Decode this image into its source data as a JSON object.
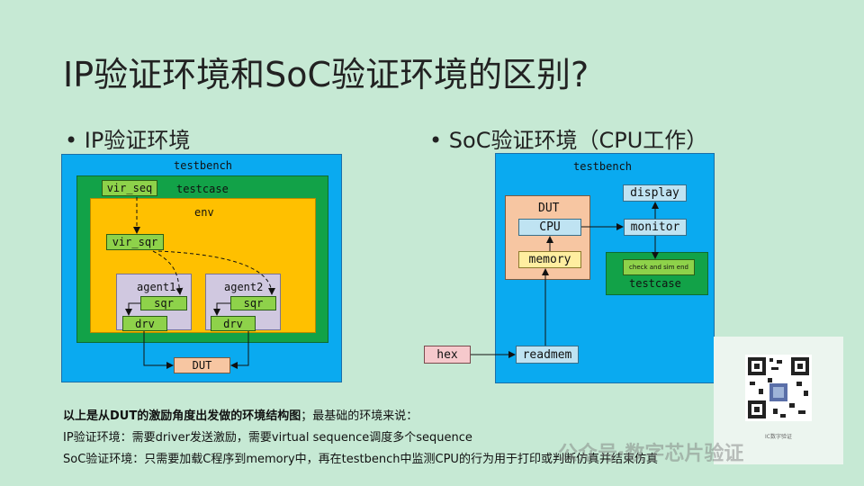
{
  "title": "IP验证环境和SoC验证环境的区别?",
  "left": {
    "bullet": "• IP验证环境",
    "testbench": "testbench",
    "vir_seq": "vir_seq",
    "testcase": "testcase",
    "env": "env",
    "vir_sqr": "vir_sqr",
    "agent1": "agent1",
    "agent2": "agent2",
    "sqr": "sqr",
    "drv": "drv",
    "dut": "DUT"
  },
  "right": {
    "bullet": "• SoC验证环境（CPU工作）",
    "testbench": "testbench",
    "dut": "DUT",
    "cpu": "CPU",
    "memory": "memory",
    "display": "display",
    "monitor": "monitor",
    "check": "check and sim end",
    "testcase": "testcase",
    "hex": "hex",
    "readmem": "readmem"
  },
  "notes": {
    "line1_bold": "以上是从DUT的激励角度出发做的环境结构图",
    "line1_rest": "；最基础的环境来说：",
    "line2": "IP验证环境：需要driver发送激励，需要virtual sequence调度多个sequence",
    "line3": "SoC验证环境：只需要加载C程序到memory中，再在testbench中监测CPU的行为用于打印或判断仿真并结束仿真"
  },
  "watermark": "公众号·数字芯片验证",
  "qr_caption": "IC数字验证"
}
